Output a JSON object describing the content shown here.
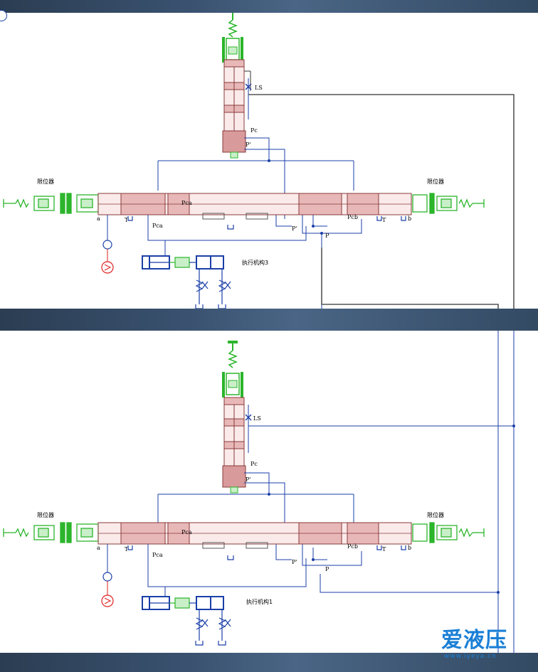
{
  "logo": {
    "text_zh": "爱液压",
    "text_en": "www.iyeya.cn"
  },
  "colors": {
    "band": "#3a5270",
    "blue_line": "#1b3fa8",
    "valve_fill": "#e8b8b8",
    "valve_stroke": "#8a3a3a",
    "limiter_green": "#2bb52b",
    "actuator_red": "#e02020",
    "return_line": "#555555"
  },
  "panel_top": {
    "labels": {
      "limiter_left": "限位器",
      "limiter_right": "限位器",
      "actuator": "执行机构3",
      "ls": "LS",
      "pc": "Pc",
      "p_prime_top": "P'",
      "a": "a",
      "t_left": "T",
      "pca": "Pca",
      "pca2": "Pca",
      "pcb": "Pcb",
      "t_right": "T",
      "b": "b",
      "p_prime": "P'",
      "p": "P"
    }
  },
  "panel_bottom": {
    "labels": {
      "limiter_left": "限位器",
      "limiter_right": "限位器",
      "actuator": "执行机构1",
      "ls": "LS",
      "pc": "Pc",
      "p_prime_top": "P'",
      "a": "a",
      "t_left": "T",
      "pca": "Pca",
      "pca2": "Pca",
      "pcb": "Pcb",
      "t_right": "T",
      "b": "b",
      "p_prime": "P'",
      "p": "P"
    }
  }
}
